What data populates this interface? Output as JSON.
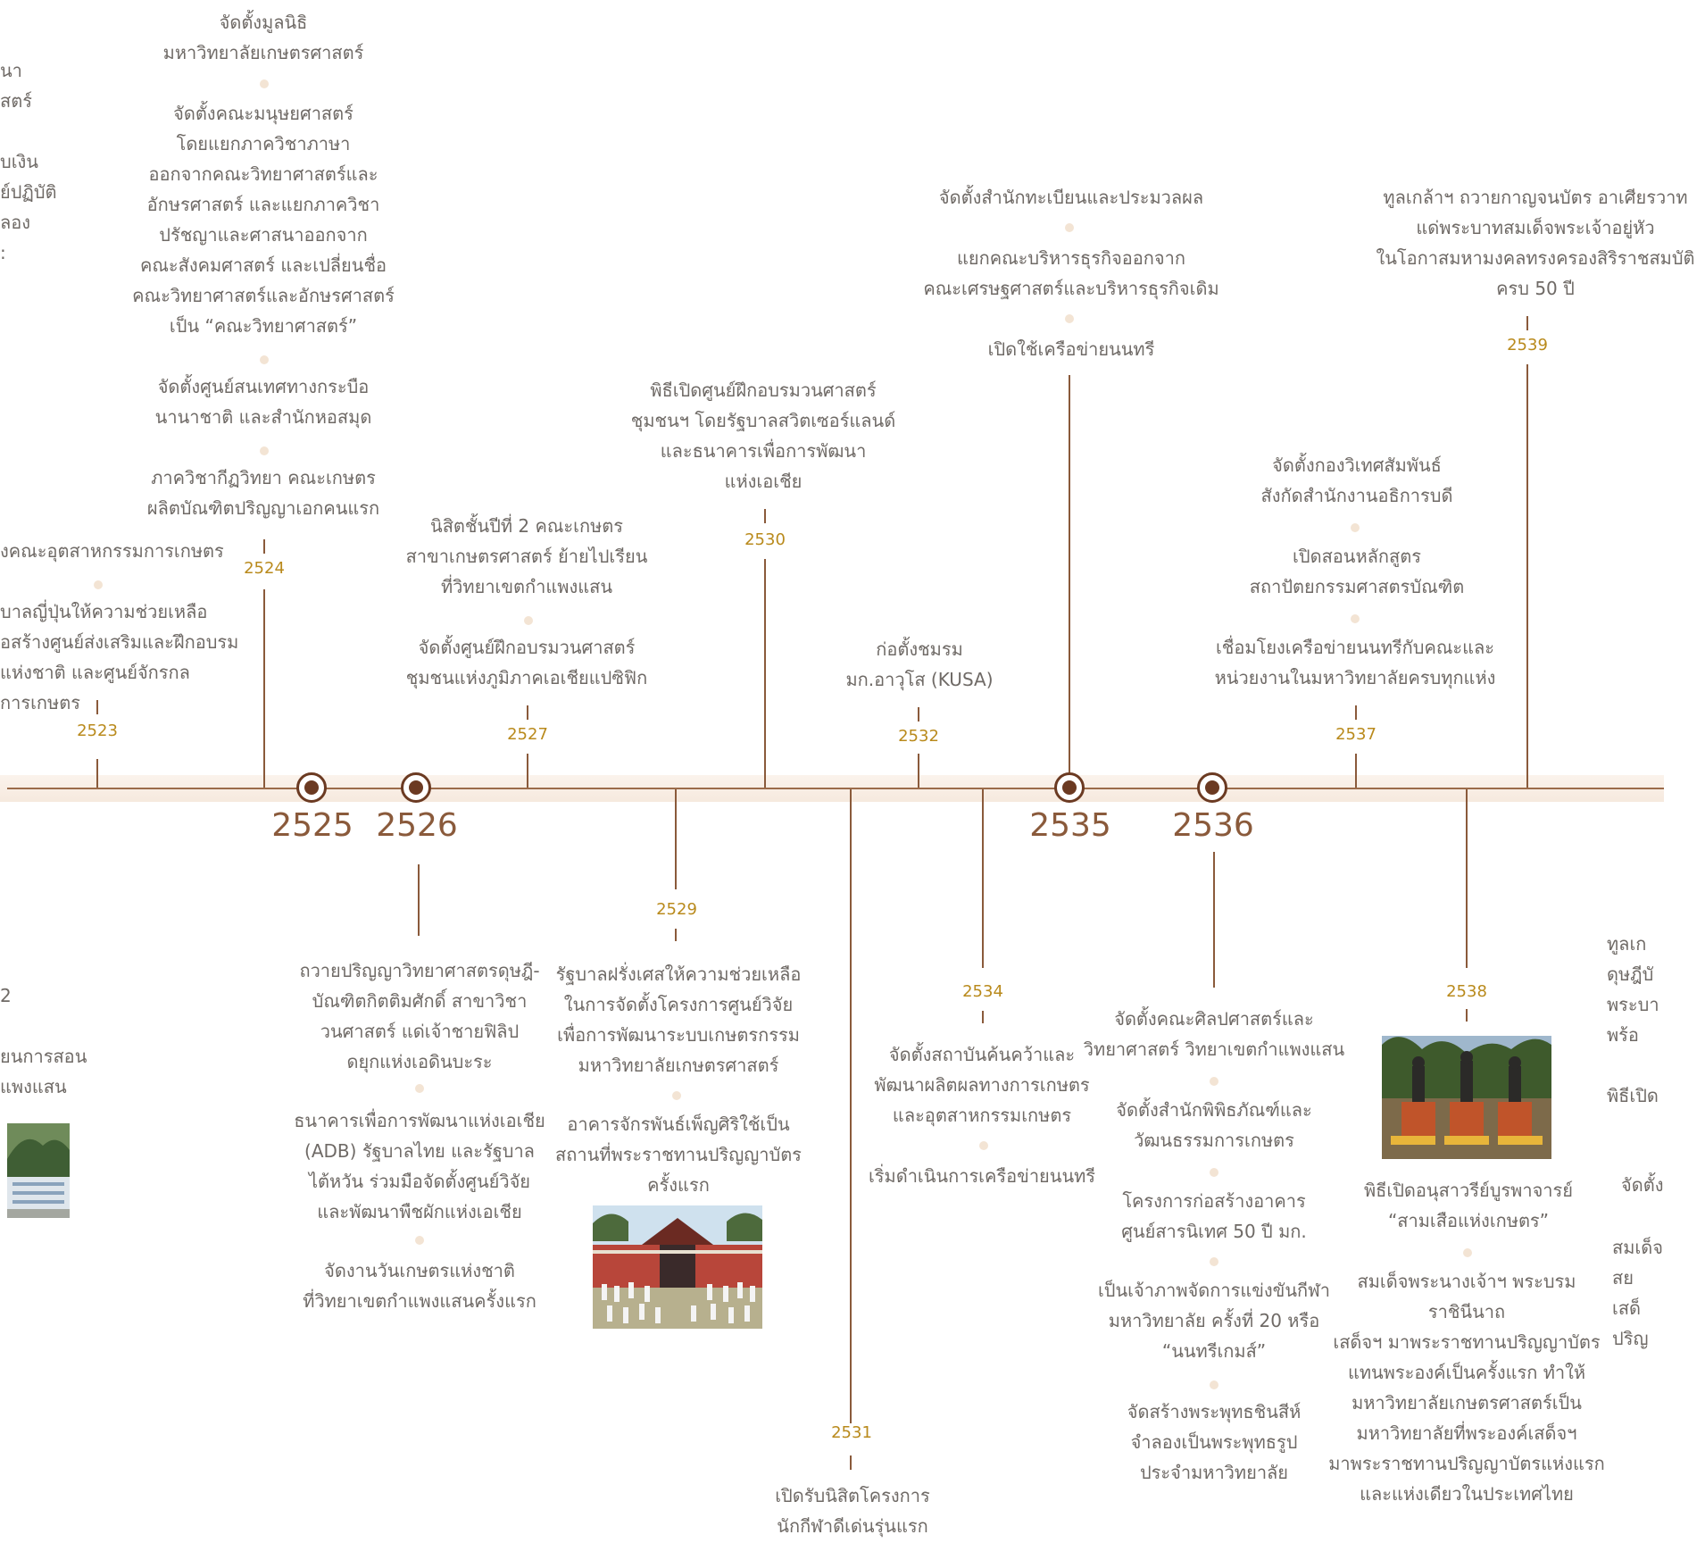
{
  "colors": {
    "axis": "#9b6b4a",
    "stem": "#8a5a3b",
    "year_label": "#b98a1c",
    "major_year": "#8a5a3b",
    "marker": "#6b3a22",
    "text": "#6f6a66"
  },
  "major_years": [
    {
      "label": "2525"
    },
    {
      "label": "2526"
    },
    {
      "label": "2535"
    },
    {
      "label": "2536"
    }
  ],
  "minor_years": [
    {
      "label": "2523"
    },
    {
      "label": "2524"
    },
    {
      "label": "2527"
    },
    {
      "label": "2530"
    },
    {
      "label": "2532"
    },
    {
      "label": "2537"
    },
    {
      "label": "2539"
    },
    {
      "label": "2529"
    },
    {
      "label": "2534"
    },
    {
      "label": "2538"
    },
    {
      "label": "2531"
    }
  ],
  "events": [
    {
      "text": "จัดตั้งมูลนิธิ\nมหาวิทยาลัยเกษตรศาสตร์"
    },
    {
      "text": "จัดตั้งคณะมนุษยศาสตร์\nโดยแยกภาควิชาภาษา\nออกจากคณะวิทยาศาสตร์และ\nอักษรศาสตร์ และแยกภาควิชา\nปรัชญาและศาสนาออกจาก\nคณะสังคมศาสตร์ และเปลี่ยนชื่อ\nคณะวิทยาศาสตร์และอักษรศาสตร์\nเป็น “คณะวิทยาศาสตร์”"
    },
    {
      "text": "จัดตั้งศูนย์สนเทศทางกระบือ\nนานาชาติ และสำนักหอสมุด"
    },
    {
      "text": "ภาควิชากีฏวิทยา คณะเกษตร\nผลิตบัณฑิตปริญญาเอกคนแรก"
    },
    {
      "text": "นา\nสตร์"
    },
    {
      "text": "บเงิน\nย์ปฏิบัติ\nลอง\n:"
    },
    {
      "text": "งคณะอุตสาหกรรมการเกษตร"
    },
    {
      "text": "บาลญี่ปุ่นให้ความช่วยเหลือ\nอสร้างศูนย์ส่งเสริมและฝึกอบรม\nแห่งชาติ และศูนย์จักรกลการเกษตร"
    },
    {
      "text": "นิสิตชั้นปีที่ 2 คณะเกษตร\nสาขาเกษตรศาสตร์ ย้ายไปเรียน\nที่วิทยาเขตกำแพงแสน"
    },
    {
      "text": "จัดตั้งศูนย์ฝึกอบรมวนศาสตร์\nชุมชนแห่งภูมิภาคเอเชียแปซิฟิก"
    },
    {
      "text": "พิธีเปิดศูนย์ฝึกอบรมวนศาสตร์\nชุมชนฯ โดยรัฐบาลสวิตเซอร์แลนด์\nและธนาคารเพื่อการพัฒนา\nแห่งเอเชีย"
    },
    {
      "text": "ก่อตั้งชมรม\nมก.อาวุโส (KUSA)"
    },
    {
      "text": "จัดตั้งสำนักทะเบียนและประมวลผล"
    },
    {
      "text": "แยกคณะบริหารธุรกิจออกจาก\nคณะเศรษฐศาสตร์และบริหารธุรกิจเดิม"
    },
    {
      "text": "เปิดใช้เครือข่ายนนทรี"
    },
    {
      "text": "จัดตั้งกองวิเทศสัมพันธ์\nสังกัดสำนักงานอธิการบดี"
    },
    {
      "text": "เปิดสอนหลักสูตร\nสถาปัตยกรรมศาสตรบัณฑิต"
    },
    {
      "text": "เชื่อมโยงเครือข่ายนนทรีกับคณะและ\nหน่วยงานในมหาวิทยาลัยครบทุกแห่ง"
    },
    {
      "text": "ทูลเกล้าฯ ถวายกาญจนบัตร อาเศียรวาท\nแด่พระบาทสมเด็จพระเจ้าอยู่หัว\nในโอกาสมหามงคลทรงครองสิริราชสมบัติ\nครบ 50 ปี"
    },
    {
      "text": "ถวายปริญญาวิทยาศาสตรดุษฎี-\nบัณฑิตกิตติมศักดิ์ สาขาวิชา\nวนศาสตร์ แด่เจ้าชายฟิลิป\nดยุกแห่งเอดินบะระ"
    },
    {
      "text": "ธนาคารเพื่อการพัฒนาแห่งเอเชีย\n(ADB) รัฐบาลไทย และรัฐบาล\nไต้หวัน ร่วมมือจัดตั้งศูนย์วิจัย\nและพัฒนาพืชผักแห่งเอเชีย"
    },
    {
      "text": "จัดงานวันเกษตรแห่งชาติ\nที่วิทยาเขตกำแพงแสนครั้งแรก"
    },
    {
      "text": "รัฐบาลฝรั่งเศสให้ความช่วยเหลือ\nในการจัดตั้งโครงการศูนย์วิจัย\nเพื่อการพัฒนาระบบเกษตรกรรม\nมหาวิทยาลัยเกษตรศาสตร์"
    },
    {
      "text": "อาคารจักรพันธ์เพ็ญศิริใช้เป็น\nสถานที่พระราชทานปริญญาบัตร\nครั้งแรก"
    },
    {
      "text": "เปิดรับนิสิตโครงการ\nนักกีฬาดีเด่นรุ่นแรก"
    },
    {
      "text": "จัดตั้งสถาบันค้นคว้าและ\nพัฒนาผลิตผลทางการเกษตร\nและอุตสาหกรรมเกษตร"
    },
    {
      "text": "เริ่มดำเนินการเครือข่ายนนทรี"
    },
    {
      "text": "จัดตั้งคณะศิลปศาสตร์และ\nวิทยาศาสตร์ วิทยาเขตกำแพงแสน"
    },
    {
      "text": "จัดตั้งสำนักพิพิธภัณฑ์และ\nวัฒนธรรมการเกษตร"
    },
    {
      "text": "โครงการก่อสร้างอาคาร\nศูนย์สารนิเทศ 50 ปี มก."
    },
    {
      "text": "เป็นเจ้าภาพจัดการแข่งขันกีฬา\nมหาวิทยาลัย ครั้งที่ 20 หรือ\n“นนทรีเกมส์”"
    },
    {
      "text": "จัดสร้างพระพุทธชินสีห์\nจำลองเป็นพระพุทธรูป\nประจำมหาวิทยาลัย"
    },
    {
      "text": "พิธีเปิดอนุสาวรีย์บูรพาจารย์\n“สามเสือแห่งเกษตร”"
    },
    {
      "text": "สมเด็จพระนางเจ้าฯ พระบรมราชินีนาถ\nเสด็จฯ มาพระราชทานปริญญาบัตร\nแทนพระองค์เป็นครั้งแรก ทำให้\nมหาวิทยาลัยเกษตรศาสตร์เป็น\nมหาวิทยาลัยที่พระองค์เสด็จฯ\nมาพระราชทานปริญญาบัตรแห่งแรก\nและแห่งเดียวในประเทศไทย"
    },
    {
      "text": "2"
    },
    {
      "text": "ยนการสอน\nแพงแสน"
    },
    {
      "text": "ทูลเก\nดุษฎีบั\nพระบา\nพร้อ"
    },
    {
      "text": "พิธีเปิด"
    },
    {
      "text": "จัดตั้ง"
    },
    {
      "text": "สมเด็จ\nสย\nเสด็\nปริญ"
    }
  ]
}
